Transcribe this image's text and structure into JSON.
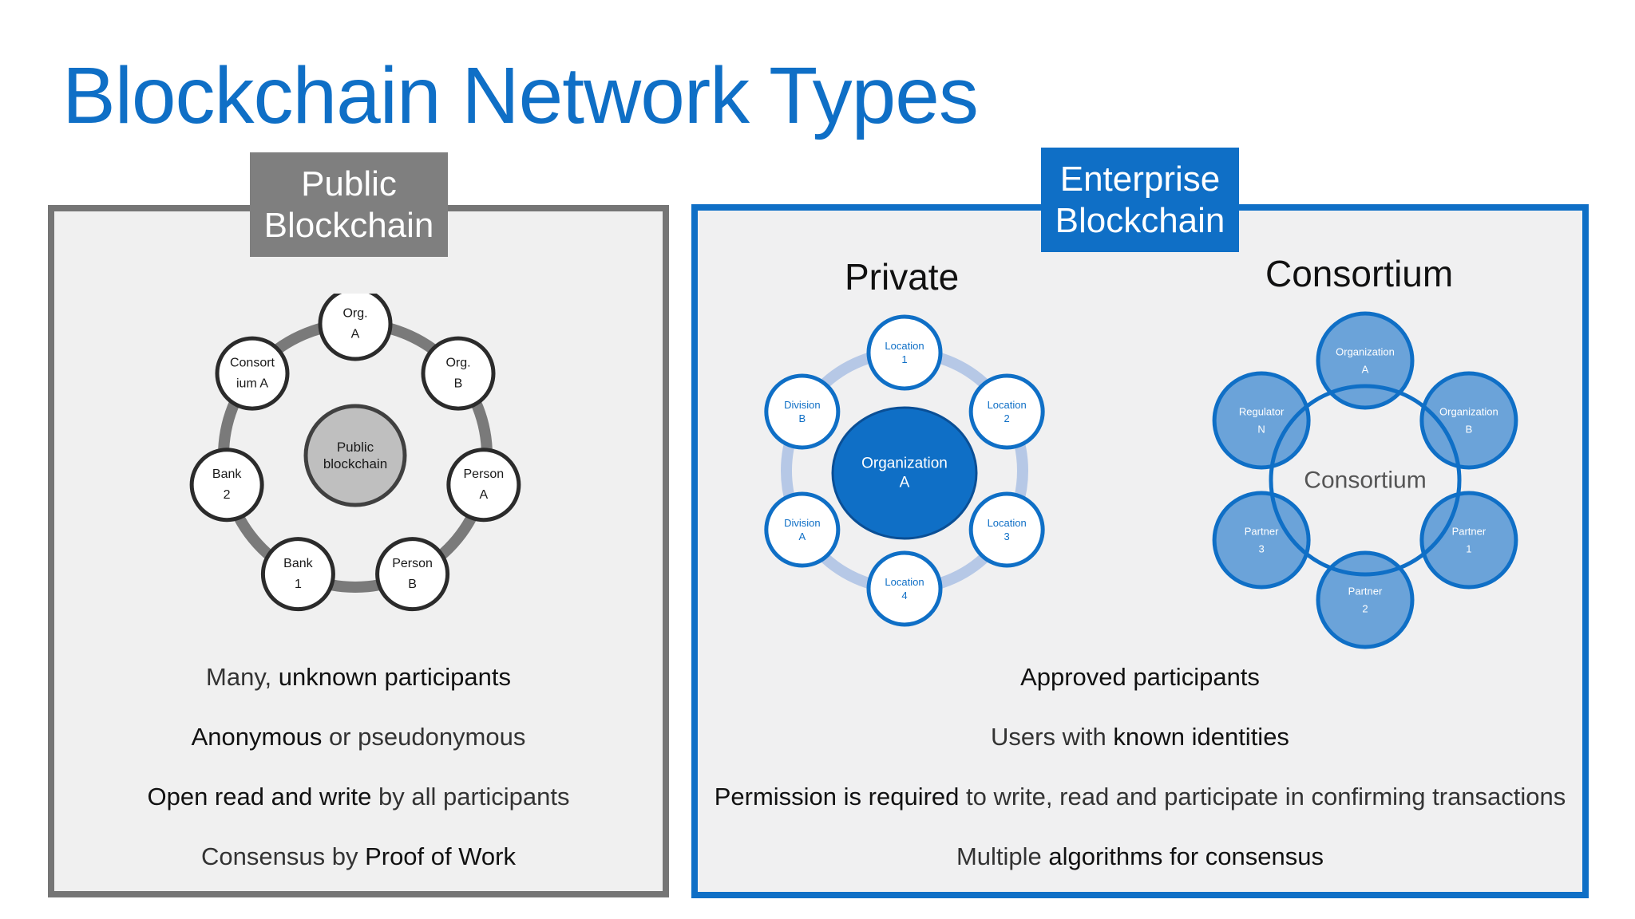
{
  "title": "Blockchain Network Types",
  "colors": {
    "blue": "#0f6fc6",
    "gray": "#7f7f7f",
    "panel_bg": "#f0f0f0"
  },
  "public": {
    "tag_lines": [
      "Public",
      "Blockchain"
    ],
    "center_lines": [
      "Public",
      "blockchain"
    ],
    "nodes": [
      [
        "Org.",
        "A"
      ],
      [
        "Org.",
        "B"
      ],
      [
        "Person",
        "A"
      ],
      [
        "Person",
        "B"
      ],
      [
        "Bank",
        "1"
      ],
      [
        "Bank",
        "2"
      ],
      [
        "Consort",
        "ium A"
      ]
    ],
    "features": [
      [
        {
          "t": "Many, ",
          "s": "lt"
        },
        {
          "t": "unknown participants",
          "s": "em"
        }
      ],
      [
        {
          "t": "Anonymous",
          "s": "em"
        },
        {
          "t": " or pseudonymous",
          "s": "lt"
        }
      ],
      [
        {
          "t": "Open read and write",
          "s": "em"
        },
        {
          "t": " by all participants",
          "s": "lt"
        }
      ],
      [
        {
          "t": "Consensus by ",
          "s": "lt"
        },
        {
          "t": "Proof of Work",
          "s": "em"
        }
      ]
    ]
  },
  "enterprise": {
    "tag_lines": [
      "Enterprise",
      "Blockchain"
    ],
    "private": {
      "heading": "Private",
      "center_lines": [
        "Organization",
        "A"
      ],
      "nodes": [
        [
          "Location",
          "1"
        ],
        [
          "Location",
          "2"
        ],
        [
          "Location",
          "3"
        ],
        [
          "Location",
          "4"
        ],
        [
          "Division",
          "A"
        ],
        [
          "Division",
          "B"
        ]
      ]
    },
    "consortium": {
      "heading": "Consortium",
      "center_label": "Consortium",
      "nodes": [
        [
          "Organization",
          "A"
        ],
        [
          "Organization",
          "B"
        ],
        [
          "Partner",
          "1"
        ],
        [
          "Partner",
          "2"
        ],
        [
          "Partner",
          "3"
        ],
        [
          "Regulator",
          "N"
        ]
      ]
    },
    "features": [
      [
        {
          "t": "Approved participants",
          "s": "em"
        }
      ],
      [
        {
          "t": "Users with ",
          "s": "lt"
        },
        {
          "t": "known identities",
          "s": "em"
        }
      ],
      [
        {
          "t": "Permission is required",
          "s": "em"
        },
        {
          "t": " to write, read and participate in confirming transactions",
          "s": "lt"
        }
      ],
      [
        {
          "t": "Multiple ",
          "s": "lt"
        },
        {
          "t": "algorithms for consensus",
          "s": "em"
        }
      ]
    ]
  }
}
